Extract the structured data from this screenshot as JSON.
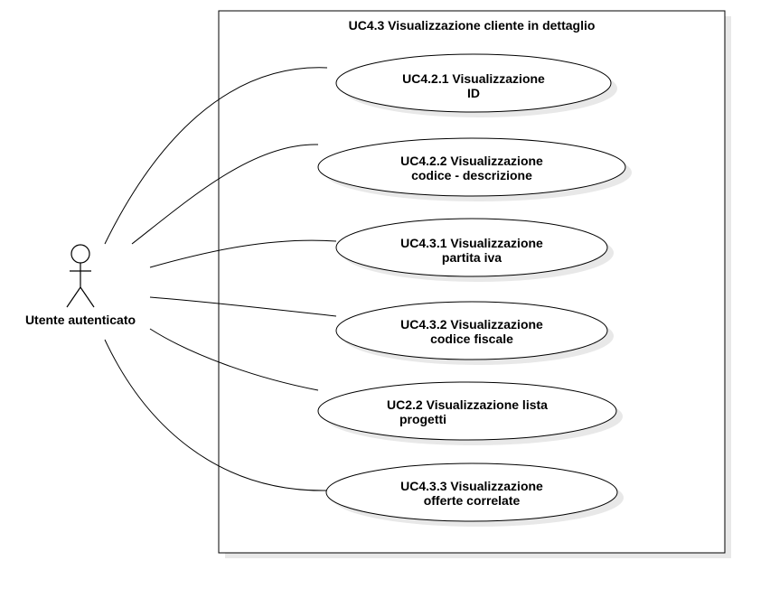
{
  "diagram": {
    "system_title": "UC4.3 Visualizzazione cliente in dettaglio",
    "actor": {
      "label": "Utente autenticato",
      "icon": "stick-figure-icon"
    },
    "use_cases": [
      {
        "line1": "UC4.2.1 Visualizzazione",
        "line2": "ID"
      },
      {
        "line1": "UC4.2.2 Visualizzazione",
        "line2": "codice - descrizione"
      },
      {
        "line1": "UC4.3.1 Visualizzazione",
        "line2": "partita iva"
      },
      {
        "line1": "UC4.3.2 Visualizzazione",
        "line2": "codice fiscale"
      },
      {
        "line1": "UC2.2 Visualizzazione lista",
        "line2": "progetti"
      },
      {
        "line1": "UC4.3.3 Visualizzazione",
        "line2": "offerte correlate"
      }
    ],
    "colors": {
      "stroke": "#000000",
      "fill": "#ffffff",
      "shadow": "#e8e8e8"
    }
  }
}
